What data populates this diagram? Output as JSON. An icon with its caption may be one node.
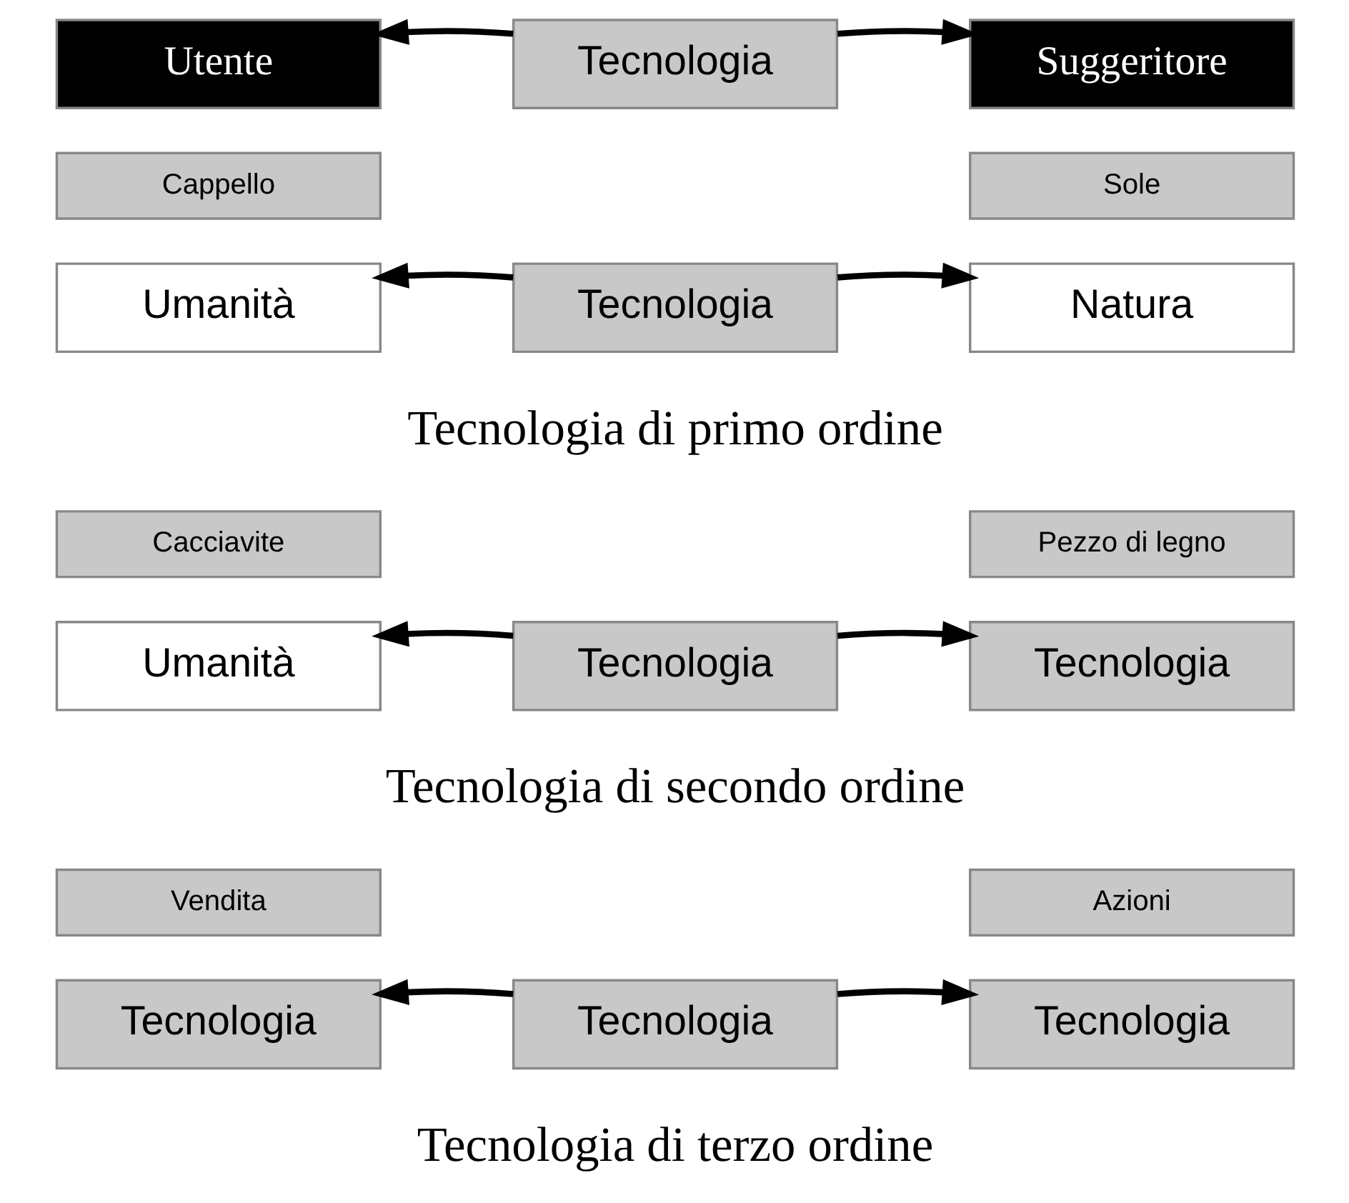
{
  "diagram": {
    "nodes": [
      {
        "text": [
          "Utente"
        ]
      },
      {
        "text": [
          "Tecnologia"
        ]
      },
      {
        "text": [
          "Suggeritore"
        ]
      },
      {
        "text": [
          "Cappello"
        ]
      },
      {
        "text": [
          "Sole"
        ]
      },
      {
        "text": [
          "Umanità"
        ]
      },
      {
        "text": [
          "Tecnologia"
        ]
      },
      {
        "text": [
          "Natura"
        ]
      },
      {
        "text": [
          "Cacciavite"
        ]
      },
      {
        "text": [
          "Pezzo di legno"
        ]
      },
      {
        "text": [
          "Umanità"
        ]
      },
      {
        "text": [
          "Tecnologia"
        ]
      },
      {
        "text": [
          "Tecnologia"
        ]
      },
      {
        "text": [
          "Vendita"
        ]
      },
      {
        "text": [
          "Azioni"
        ]
      },
      {
        "text": [
          "Tecnologia"
        ]
      },
      {
        "text": [
          "Tecnologia"
        ]
      },
      {
        "text": [
          "Tecnologia"
        ]
      }
    ],
    "edges": [
      {
        "from": 1,
        "to": 0,
        "arrow": "to"
      },
      {
        "from": 1,
        "to": 2,
        "arrow": "to"
      },
      {
        "from": 6,
        "to": 5,
        "arrow": "to"
      },
      {
        "from": 6,
        "to": 7,
        "arrow": "to"
      },
      {
        "from": 11,
        "to": 10,
        "arrow": "to"
      },
      {
        "from": 11,
        "to": 12,
        "arrow": "to"
      },
      {
        "from": 16,
        "to": 15,
        "arrow": "to"
      },
      {
        "from": 16,
        "to": 17,
        "arrow": "to"
      }
    ],
    "labels": [
      "Tecnologia di primo ordine",
      "Tecnologia di secondo ordine",
      "Tecnologia di terzo ordine"
    ]
  }
}
